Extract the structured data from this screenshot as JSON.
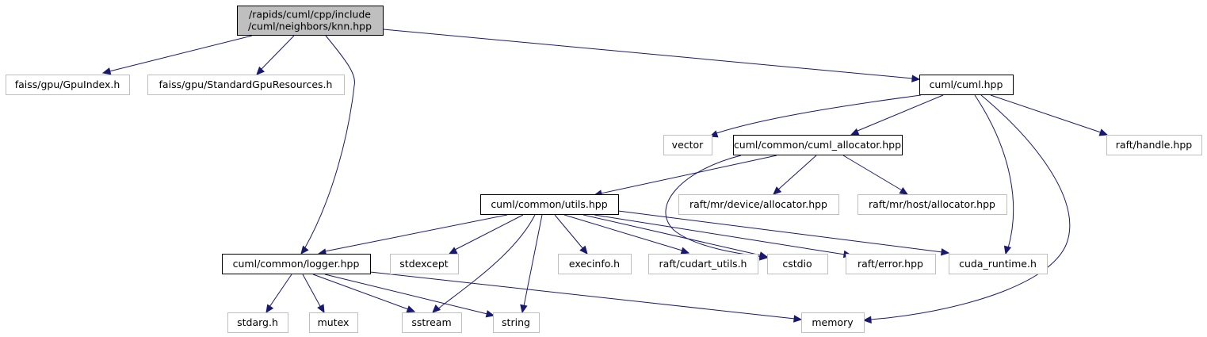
{
  "graph": {
    "colors": {
      "edge": "#191970",
      "main_fill": "#bfbfbf",
      "ext_border": "#bfbfbf",
      "doc_border": "#000000"
    },
    "nodes": [
      {
        "id": "knn",
        "lines": [
          "/rapids/cuml/cpp/include",
          "/cuml/neighbors/knn.hpp"
        ],
        "kind": "main"
      },
      {
        "id": "gpuindex",
        "lines": [
          "faiss/gpu/GpuIndex.h"
        ],
        "kind": "ext"
      },
      {
        "id": "stdgpures",
        "lines": [
          "faiss/gpu/StandardGpuResources.h"
        ],
        "kind": "ext"
      },
      {
        "id": "cumlhpp",
        "lines": [
          "cuml/cuml.hpp"
        ],
        "kind": "doc"
      },
      {
        "id": "vector",
        "lines": [
          "vector"
        ],
        "kind": "ext"
      },
      {
        "id": "allocator",
        "lines": [
          "cuml/common/cuml_allocator.hpp"
        ],
        "kind": "doc"
      },
      {
        "id": "rafthandle",
        "lines": [
          "raft/handle.hpp"
        ],
        "kind": "ext"
      },
      {
        "id": "utils",
        "lines": [
          "cuml/common/utils.hpp"
        ],
        "kind": "doc"
      },
      {
        "id": "devalloc",
        "lines": [
          "raft/mr/device/allocator.hpp"
        ],
        "kind": "ext"
      },
      {
        "id": "hostalloc",
        "lines": [
          "raft/mr/host/allocator.hpp"
        ],
        "kind": "ext"
      },
      {
        "id": "logger",
        "lines": [
          "cuml/common/logger.hpp"
        ],
        "kind": "doc"
      },
      {
        "id": "stdexcept",
        "lines": [
          "stdexcept"
        ],
        "kind": "ext"
      },
      {
        "id": "execinfo",
        "lines": [
          "execinfo.h"
        ],
        "kind": "ext"
      },
      {
        "id": "cudartutils",
        "lines": [
          "raft/cudart_utils.h"
        ],
        "kind": "ext"
      },
      {
        "id": "cstdio",
        "lines": [
          "cstdio"
        ],
        "kind": "ext"
      },
      {
        "id": "rafterror",
        "lines": [
          "raft/error.hpp"
        ],
        "kind": "ext"
      },
      {
        "id": "cudaruntime",
        "lines": [
          "cuda_runtime.h"
        ],
        "kind": "ext"
      },
      {
        "id": "stdarg",
        "lines": [
          "stdarg.h"
        ],
        "kind": "ext"
      },
      {
        "id": "mutex",
        "lines": [
          "mutex"
        ],
        "kind": "ext"
      },
      {
        "id": "sstream",
        "lines": [
          "sstream"
        ],
        "kind": "ext"
      },
      {
        "id": "string",
        "lines": [
          "string"
        ],
        "kind": "ext"
      },
      {
        "id": "memory",
        "lines": [
          "memory"
        ],
        "kind": "ext"
      }
    ],
    "edges": [
      {
        "from": "knn",
        "to": "gpuindex"
      },
      {
        "from": "knn",
        "to": "stdgpures"
      },
      {
        "from": "knn",
        "to": "logger"
      },
      {
        "from": "knn",
        "to": "cumlhpp"
      },
      {
        "from": "cumlhpp",
        "to": "vector"
      },
      {
        "from": "cumlhpp",
        "to": "allocator"
      },
      {
        "from": "cumlhpp",
        "to": "rafthandle"
      },
      {
        "from": "cumlhpp",
        "to": "cudaruntime"
      },
      {
        "from": "cumlhpp",
        "to": "memory"
      },
      {
        "from": "allocator",
        "to": "utils"
      },
      {
        "from": "allocator",
        "to": "devalloc"
      },
      {
        "from": "allocator",
        "to": "hostalloc"
      },
      {
        "from": "allocator",
        "to": "cstdio"
      },
      {
        "from": "utils",
        "to": "logger"
      },
      {
        "from": "utils",
        "to": "stdexcept"
      },
      {
        "from": "utils",
        "to": "sstream"
      },
      {
        "from": "utils",
        "to": "string"
      },
      {
        "from": "utils",
        "to": "execinfo"
      },
      {
        "from": "utils",
        "to": "cudartutils"
      },
      {
        "from": "utils",
        "to": "cstdio"
      },
      {
        "from": "utils",
        "to": "rafterror"
      },
      {
        "from": "utils",
        "to": "cudaruntime"
      },
      {
        "from": "logger",
        "to": "stdarg"
      },
      {
        "from": "logger",
        "to": "mutex"
      },
      {
        "from": "logger",
        "to": "sstream"
      },
      {
        "from": "logger",
        "to": "string"
      },
      {
        "from": "logger",
        "to": "memory"
      }
    ]
  }
}
